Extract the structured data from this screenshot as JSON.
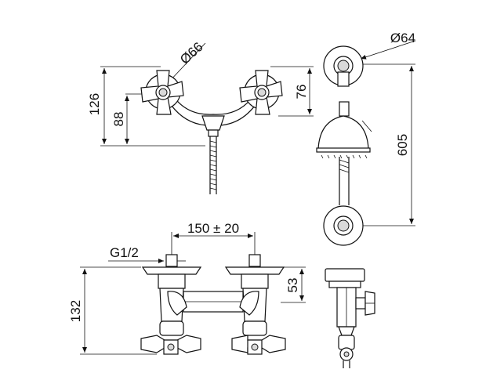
{
  "dimensions": {
    "diam_handle": "Ø66",
    "diam_rosette": "Ø64",
    "height_126": "126",
    "height_88": "88",
    "height_76": "76",
    "length_605": "605",
    "spacing": "150 ± 20",
    "thread": "G1/2",
    "height_53": "53",
    "height_132": "132"
  }
}
